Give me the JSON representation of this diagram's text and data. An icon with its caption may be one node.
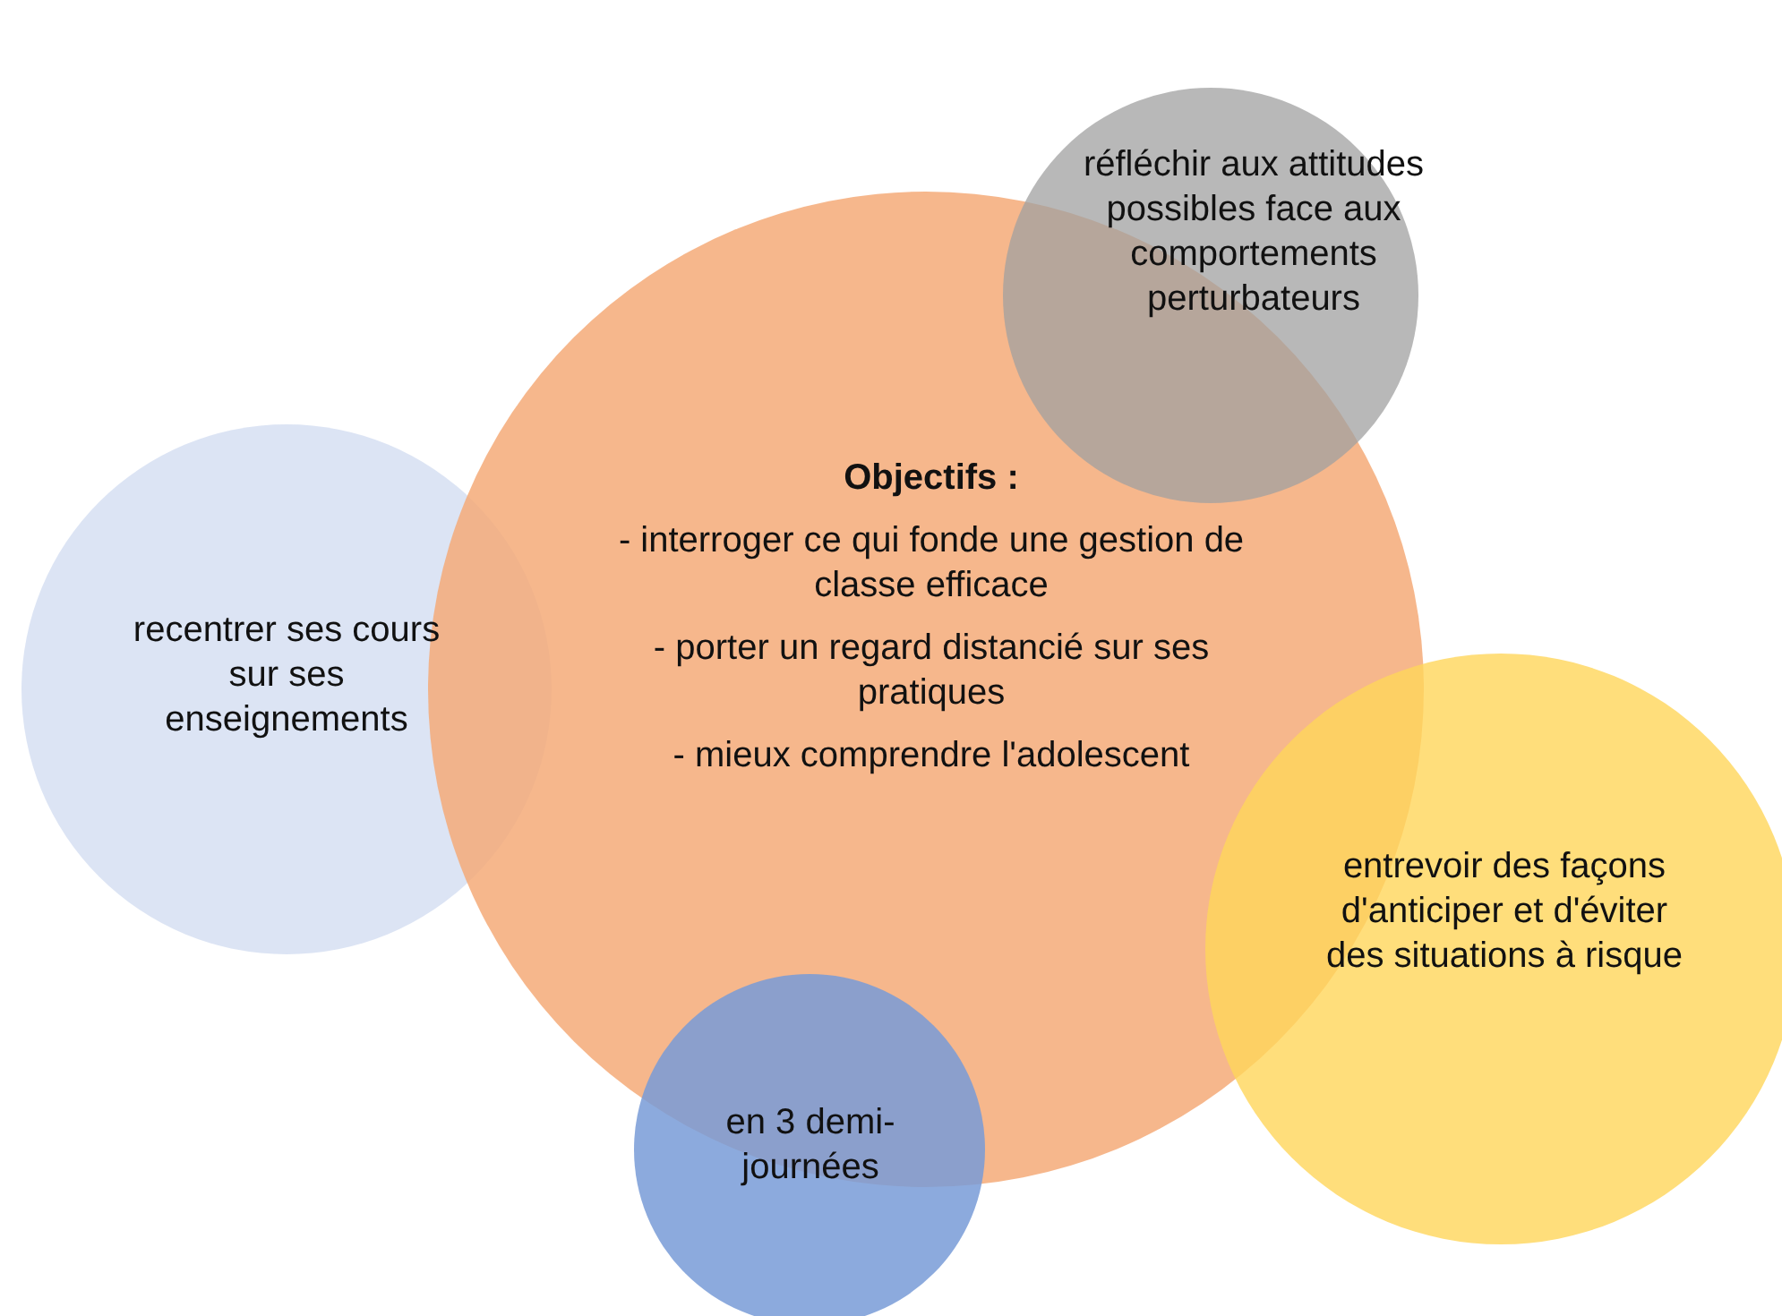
{
  "diagram": {
    "nodes": [
      {
        "text": [
          "réfléchir aux attitudes possibles face aux comportements perturbateurs"
        ]
      },
      {
        "text": [
          "recentrer ses cours sur ses enseignements"
        ]
      },
      {
        "text": [
          "Objectifs :",
          "- interroger ce qui fonde une gestion de classe efficace",
          "- porter un regard distancié sur ses pratiques",
          "- mieux comprendre l'adolescent"
        ]
      },
      {
        "text": [
          "entrevoir des façons d'anticiper et d'éviter des situations à risque"
        ]
      },
      {
        "text": [
          "en 3 demi-journées"
        ]
      }
    ]
  }
}
